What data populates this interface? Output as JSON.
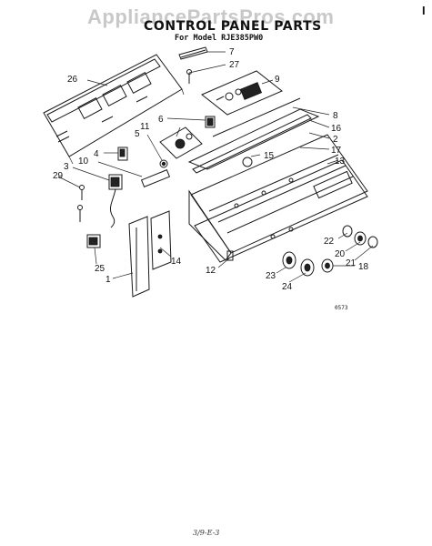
{
  "watermark": "AppliancePartsPros.com",
  "corner_mark": "I",
  "title": "CONTROL PANEL PARTS",
  "subtitle": "For Model RJE385PW0",
  "footer_code": "3/9-E-3",
  "diagram_code": "0573",
  "callouts": [
    {
      "id": "c7",
      "label": "7"
    },
    {
      "id": "c27",
      "label": "27"
    },
    {
      "id": "c26",
      "label": "26"
    },
    {
      "id": "c9",
      "label": "9"
    },
    {
      "id": "c6",
      "label": "6"
    },
    {
      "id": "c8",
      "label": "8"
    },
    {
      "id": "c11",
      "label": "11"
    },
    {
      "id": "c16",
      "label": "16"
    },
    {
      "id": "c5",
      "label": "5"
    },
    {
      "id": "c2",
      "label": "2"
    },
    {
      "id": "c4",
      "label": "4"
    },
    {
      "id": "c17",
      "label": "17"
    },
    {
      "id": "c15",
      "label": "15"
    },
    {
      "id": "c10",
      "label": "10"
    },
    {
      "id": "c13",
      "label": "13"
    },
    {
      "id": "c3",
      "label": "3"
    },
    {
      "id": "c29",
      "label": "29"
    },
    {
      "id": "c22",
      "label": "22"
    },
    {
      "id": "c20",
      "label": "20"
    },
    {
      "id": "c21",
      "label": "21"
    },
    {
      "id": "c14",
      "label": "14"
    },
    {
      "id": "c12",
      "label": "12"
    },
    {
      "id": "c23",
      "label": "23"
    },
    {
      "id": "c18",
      "label": "18"
    },
    {
      "id": "c25",
      "label": "25"
    },
    {
      "id": "c1",
      "label": "1"
    },
    {
      "id": "c24",
      "label": "24"
    }
  ]
}
